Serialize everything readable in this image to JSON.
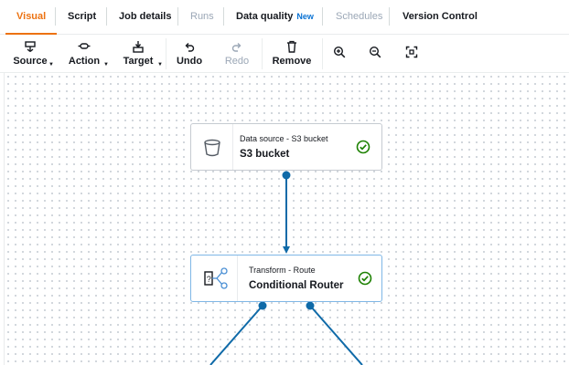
{
  "tabs": [
    {
      "label": "Visual",
      "state": "active"
    },
    {
      "label": "Script",
      "state": "normal"
    },
    {
      "label": "Job details",
      "state": "normal"
    },
    {
      "label": "Runs",
      "state": "disabled"
    },
    {
      "label": "Data quality",
      "badge": "New",
      "state": "normal"
    },
    {
      "label": "Schedules",
      "state": "disabled"
    },
    {
      "label": "Version Control",
      "state": "normal"
    }
  ],
  "toolbar": {
    "source_label": "Source",
    "action_label": "Action",
    "target_label": "Target",
    "undo_label": "Undo",
    "redo_label": "Redo",
    "remove_label": "Remove",
    "zoom_in_icon": "zoom-in-icon",
    "zoom_out_icon": "zoom-out-icon",
    "fit_icon": "fit-to-screen-icon"
  },
  "nodes": [
    {
      "subtitle": "Data source - S3 bucket",
      "title": "S3 bucket",
      "icon": "bucket-icon",
      "status": "success"
    },
    {
      "subtitle": "Transform - Route",
      "title": "Conditional Router",
      "icon": "router-icon",
      "status": "success"
    }
  ],
  "colors": {
    "accent": "#ec7211",
    "edge": "#0f6aa8",
    "success": "#1d8102",
    "link_badge": "#0972d3"
  }
}
